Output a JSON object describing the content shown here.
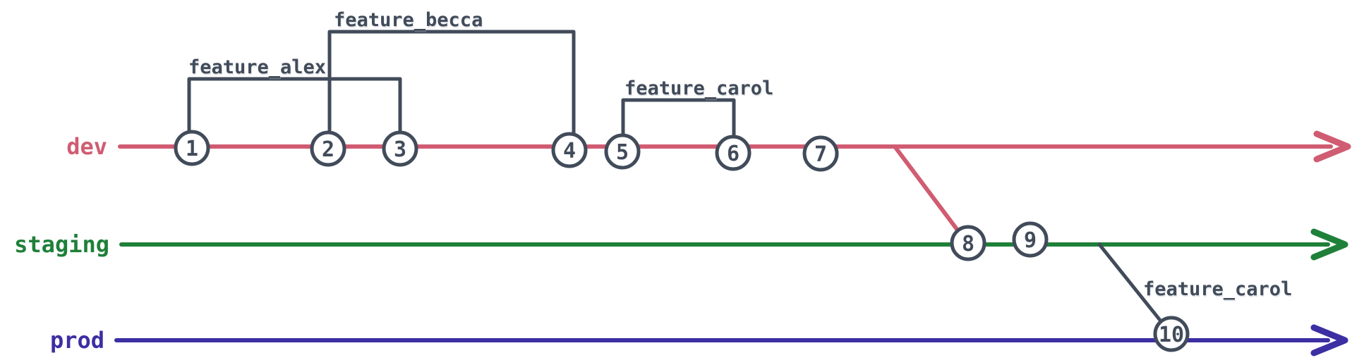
{
  "branches": [
    {
      "name": "dev",
      "color": "#d05c72"
    },
    {
      "name": "staging",
      "color": "#1f8039"
    },
    {
      "name": "prod",
      "color": "#3c2ea3"
    }
  ],
  "features": [
    {
      "text": "feature_alex",
      "branch": "dev",
      "from_commit": "1",
      "to_commit": "3"
    },
    {
      "text": "feature_becca",
      "branch": "dev",
      "from_commit": "2",
      "to_commit": "4"
    },
    {
      "text": "feature_carol",
      "branch": "dev",
      "from_commit": "5",
      "to_commit": "6"
    },
    {
      "text": "feature_carol",
      "branch": "staging",
      "to_commit": "10"
    }
  ],
  "commits": [
    {
      "id": "1",
      "branch": "dev"
    },
    {
      "id": "2",
      "branch": "dev"
    },
    {
      "id": "3",
      "branch": "dev"
    },
    {
      "id": "4",
      "branch": "dev"
    },
    {
      "id": "5",
      "branch": "dev"
    },
    {
      "id": "6",
      "branch": "dev"
    },
    {
      "id": "7",
      "branch": "dev"
    },
    {
      "id": "8",
      "branch": "staging"
    },
    {
      "id": "9",
      "branch": "staging"
    },
    {
      "id": "10",
      "branch": "prod"
    }
  ],
  "merges": [
    {
      "from": "dev",
      "to": "staging",
      "target_commit": "8"
    },
    {
      "from": "staging",
      "to": "prod",
      "target_commit": "10"
    }
  ],
  "colors": {
    "outline": "#414b5a",
    "commit_fill": "#ffffff",
    "background": "#ffffff"
  }
}
